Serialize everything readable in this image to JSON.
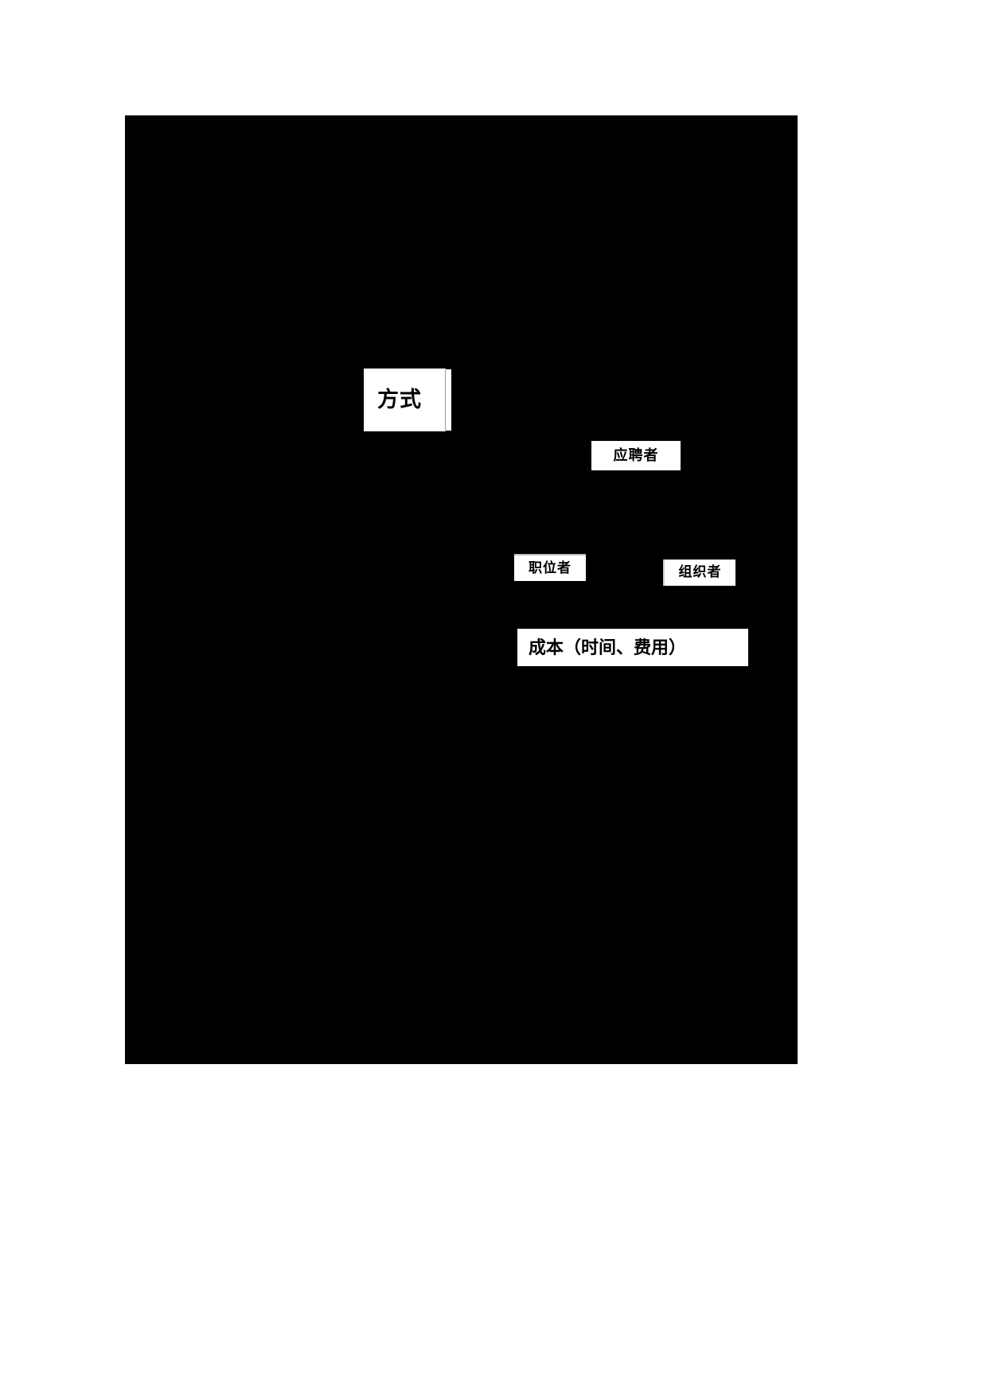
{
  "page": {
    "background_color": "#ffffff",
    "panel_color": "#000000"
  },
  "diagram": {
    "type": "flow-diagram",
    "nodes": [
      {
        "id": "fangshi",
        "label": "方式",
        "style": "bold-serif-large",
        "fill": "#ffffff",
        "text_color": "#000000"
      },
      {
        "id": "yingpinzhe",
        "label": "应聘者",
        "style": "bold-sans",
        "fill": "#ffffff",
        "text_color": "#000000"
      },
      {
        "id": "zhiweizhe",
        "label": "职位者",
        "style": "bold-sans",
        "fill": "#ffffff",
        "text_color": "#000000"
      },
      {
        "id": "zuzhizhe",
        "label": "组织者",
        "style": "bold-sans",
        "fill": "#ffffff",
        "text_color": "#000000"
      },
      {
        "id": "chengben",
        "label": "成本（时间、费用）",
        "style": "bold-serif",
        "fill": "#ffffff",
        "text_color": "#000000"
      }
    ]
  }
}
